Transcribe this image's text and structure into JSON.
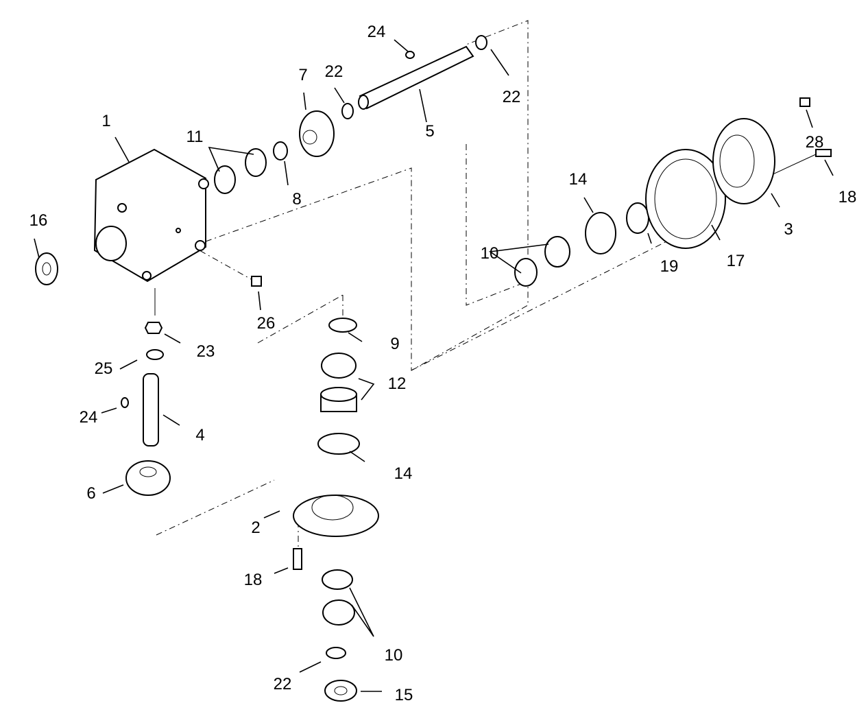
{
  "diagram": {
    "title": "Gearbox exploded parts view",
    "callouts": [
      {
        "id": "c1",
        "label": "1",
        "part": "gearbox-housing"
      },
      {
        "id": "c2",
        "label": "2",
        "part": "bottom-bearing-cap"
      },
      {
        "id": "c3",
        "label": "3",
        "part": "side-bearing-cap"
      },
      {
        "id": "c4",
        "label": "4",
        "part": "vertical-shaft"
      },
      {
        "id": "c5",
        "label": "5",
        "part": "horizontal-shaft"
      },
      {
        "id": "c6",
        "label": "6",
        "part": "bevel-gear-lower"
      },
      {
        "id": "c7",
        "label": "7",
        "part": "bevel-gear-upper"
      },
      {
        "id": "c8",
        "label": "8",
        "part": "washer"
      },
      {
        "id": "c9",
        "label": "9",
        "part": "washer-lower"
      },
      {
        "id": "c10a",
        "label": "10",
        "part": "tapered-bearing-side"
      },
      {
        "id": "c10b",
        "label": "10",
        "part": "tapered-bearing-bottom"
      },
      {
        "id": "c11",
        "label": "11",
        "part": "tapered-bearing-housing"
      },
      {
        "id": "c12",
        "label": "12",
        "part": "tapered-bearing-lower"
      },
      {
        "id": "c14a",
        "label": "14",
        "part": "shim-ring-side"
      },
      {
        "id": "c14b",
        "label": "14",
        "part": "shim-ring-lower"
      },
      {
        "id": "c15",
        "label": "15",
        "part": "oil-seal-bottom"
      },
      {
        "id": "c16",
        "label": "16",
        "part": "oil-seal-left"
      },
      {
        "id": "c17",
        "label": "17",
        "part": "gasket"
      },
      {
        "id": "c18a",
        "label": "18",
        "part": "bolt-side"
      },
      {
        "id": "c18b",
        "label": "18",
        "part": "bolt-bottom"
      },
      {
        "id": "c19",
        "label": "19",
        "part": "oil-seal-side"
      },
      {
        "id": "c22a",
        "label": "22",
        "part": "snap-ring-shaft-left"
      },
      {
        "id": "c22b",
        "label": "22",
        "part": "snap-ring-shaft-right"
      },
      {
        "id": "c22c",
        "label": "22",
        "part": "snap-ring-bottom"
      },
      {
        "id": "c23",
        "label": "23",
        "part": "nut"
      },
      {
        "id": "c24a",
        "label": "24",
        "part": "key-horizontal"
      },
      {
        "id": "c24b",
        "label": "24",
        "part": "key-vertical"
      },
      {
        "id": "c25",
        "label": "25",
        "part": "plug-cap"
      },
      {
        "id": "c26",
        "label": "26",
        "part": "plug-housing"
      },
      {
        "id": "c28",
        "label": "28",
        "part": "vent-plug"
      }
    ]
  }
}
